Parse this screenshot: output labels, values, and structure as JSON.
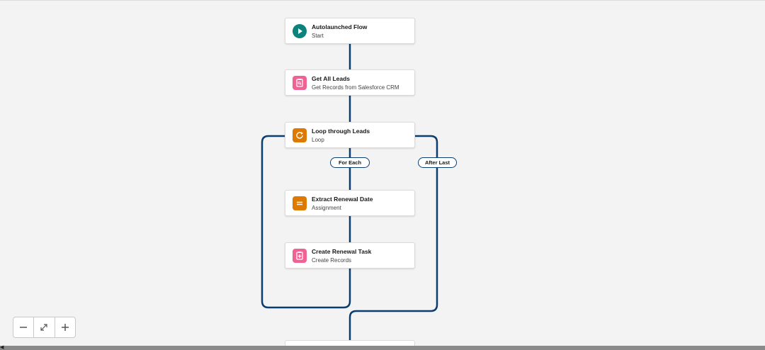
{
  "nodes": [
    {
      "title": "Autolaunched Flow",
      "subtitle": "Start",
      "icon": "play-icon",
      "color": "#0b827c"
    },
    {
      "title": "Get All Leads",
      "subtitle": "Get Records from Salesforce CRM",
      "icon": "get-records-icon",
      "color": "#f06294"
    },
    {
      "title": "Loop through Leads",
      "subtitle": "Loop",
      "icon": "loop-icon",
      "color": "#dd7a01"
    },
    {
      "title": "Extract Renewal Date",
      "subtitle": "Assignment",
      "icon": "assignment-icon",
      "color": "#dd7a01"
    },
    {
      "title": "Create Renewal Task",
      "subtitle": "Create Records",
      "icon": "create-records-icon",
      "color": "#f06294"
    }
  ],
  "connectors": {
    "for_each_label": "For Each",
    "after_last_label": "After Last",
    "line_color": "#0b3d6e"
  },
  "zoom_controls": {
    "zoom_out": "−",
    "fit": "fit-view-icon",
    "zoom_in": "+"
  }
}
